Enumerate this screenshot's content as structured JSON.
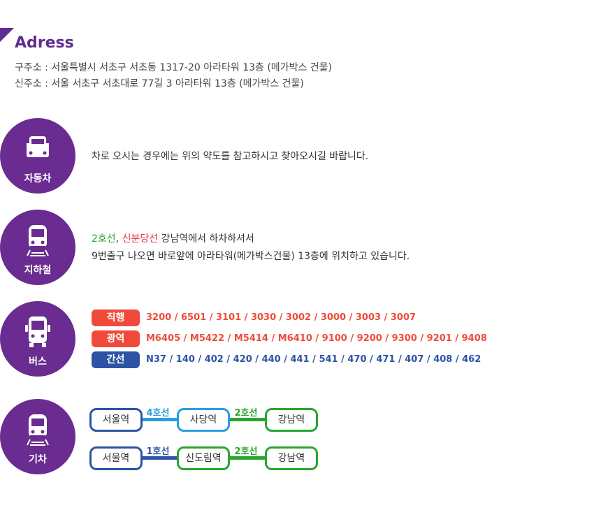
{
  "header": {
    "title": "Adress",
    "old_address": "구주소 : 서울특별시 서초구 서초동 1317-20 아라타워 13층 (메가박스 건물)",
    "new_address": "신주소 : 서울 서초구 서초대로 77길 3 아라타워 13층 (메가박스 건물)"
  },
  "car": {
    "label": "자동차",
    "icon": "car-icon",
    "text": "차로 오시는 경우에는 위의 약도를 참고하시고 찾아오시길 바랍니다."
  },
  "subway": {
    "label": "지하철",
    "icon": "subway-icon",
    "line1_green": "2호선",
    "line1_sep": ", ",
    "line1_red": "신분당선",
    "line1_rest": " 강남역에서 하차하셔서",
    "line2": "9번출구 나오면 바로앞에 아라타워(메가박스건물) 13층에 위치하고 있습니다."
  },
  "bus": {
    "label": "버스",
    "icon": "bus-icon",
    "rows": [
      {
        "type": "직행",
        "numbers": "3200 / 6501 / 3101 / 3030 / 3002 / 3000 / 3003 / 3007",
        "color": "#ef4a3a"
      },
      {
        "type": "광역",
        "numbers": "M6405 / M5422 / M5414 / M6410 / 9100 / 9200 / 9300 / 9201 / 9408",
        "color": "#ef4a3a"
      },
      {
        "type": "간선",
        "numbers": "N37 / 140 / 402 / 420 / 440 / 441 / 541 / 470 / 471 / 407 / 408 / 462",
        "color": "#2c53a4"
      }
    ]
  },
  "train": {
    "label": "기차",
    "icon": "train-icon",
    "routes": [
      {
        "stations": [
          "서울역",
          "사당역",
          "강남역"
        ],
        "lines": [
          "4호선",
          "2호선"
        ],
        "station_colors": [
          "#2c53a4",
          "#2b9ce0",
          "#2aa52f"
        ],
        "line_colors": [
          "#2b9ce0",
          "#2aa52f"
        ]
      },
      {
        "stations": [
          "서울역",
          "신도림역",
          "강남역"
        ],
        "lines": [
          "1호선",
          "2호선"
        ],
        "station_colors": [
          "#2c53a4",
          "#2aa52f",
          "#2aa52f"
        ],
        "line_colors": [
          "#2c53a4",
          "#2aa52f"
        ]
      }
    ]
  },
  "colors": {
    "purple": "#5e2d8f",
    "circle": "#6a2c91"
  }
}
